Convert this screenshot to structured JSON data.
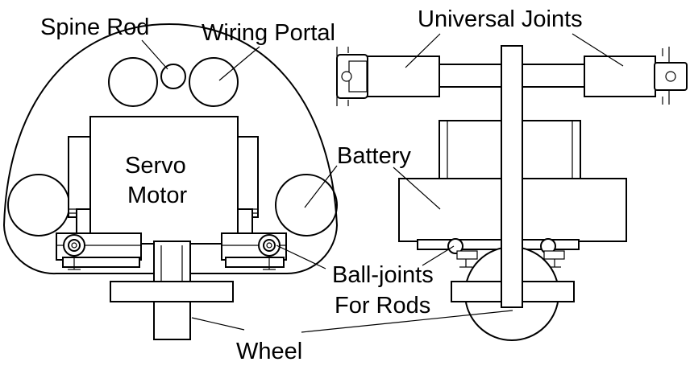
{
  "labels": {
    "spine_rod": "Spine Rod",
    "wiring_portal": "Wiring Portal",
    "universal_joints": "Universal Joints",
    "servo_line1": "Servo",
    "servo_line2": "Motor",
    "battery": "Battery",
    "ball_joints_line1": "Ball-joints",
    "ball_joints_line2": "For Rods",
    "wheel": "Wheel"
  },
  "colors": {
    "stroke": "#000000",
    "background": "#ffffff"
  }
}
